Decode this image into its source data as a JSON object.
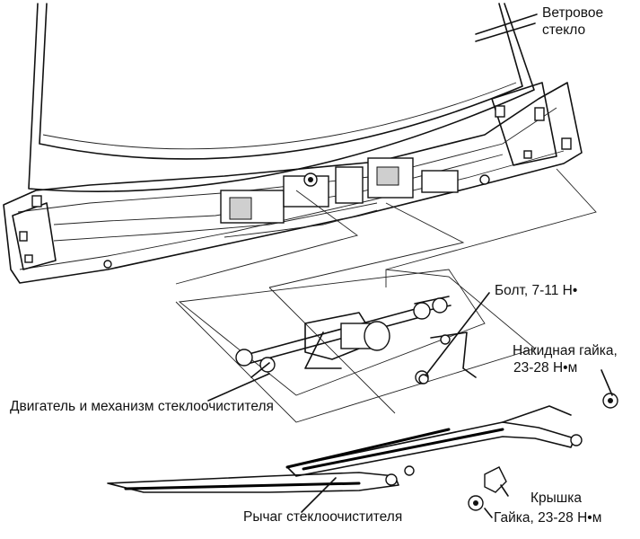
{
  "labels": {
    "windshield_line1": "Ветровое",
    "windshield_line2": "стекло",
    "bolt": "Болт, 7-11 Н•",
    "flare_nut_line1": "Накидная гайка,",
    "flare_nut_line2": "23-28 Н•м",
    "motor_mechanism": "Двигатель и механизм стеклоочистителя",
    "cover": "Крышка",
    "nut": "Гайка, 23-28 Н•м",
    "wiper_arm": "Рычаг стеклоочистителя"
  }
}
